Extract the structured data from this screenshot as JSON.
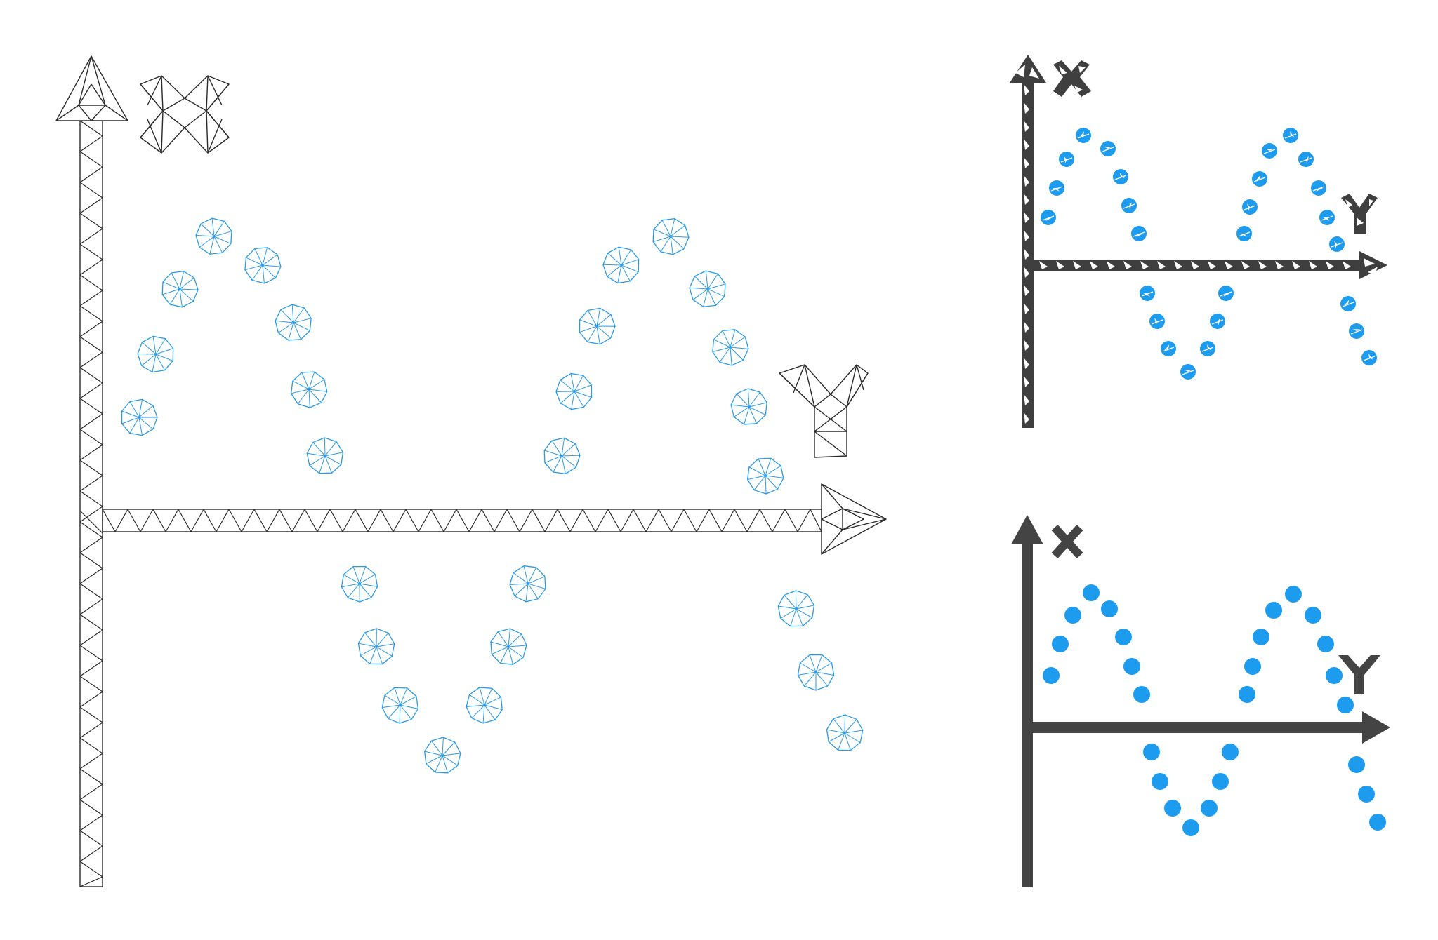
{
  "scene": {
    "description_free": true,
    "icons": [
      {
        "style": "wireframe-mesh",
        "name": "sine-plot-mesh-icon"
      },
      {
        "style": "shattered-fragments",
        "name": "sine-plot-fragmented-icon"
      },
      {
        "style": "flat-solid",
        "name": "sine-plot-flat-icon"
      }
    ],
    "axis_letters": {
      "x": "X",
      "y": "Y"
    }
  },
  "colors": {
    "axis_gray": "#3f3f3f",
    "axis_flat": "#444444",
    "dot_blue": "#1c9bef",
    "mesh_line": "#2a2a2a",
    "mesh_dot_line": "#2a9ae6",
    "background": "#ffffff"
  }
}
